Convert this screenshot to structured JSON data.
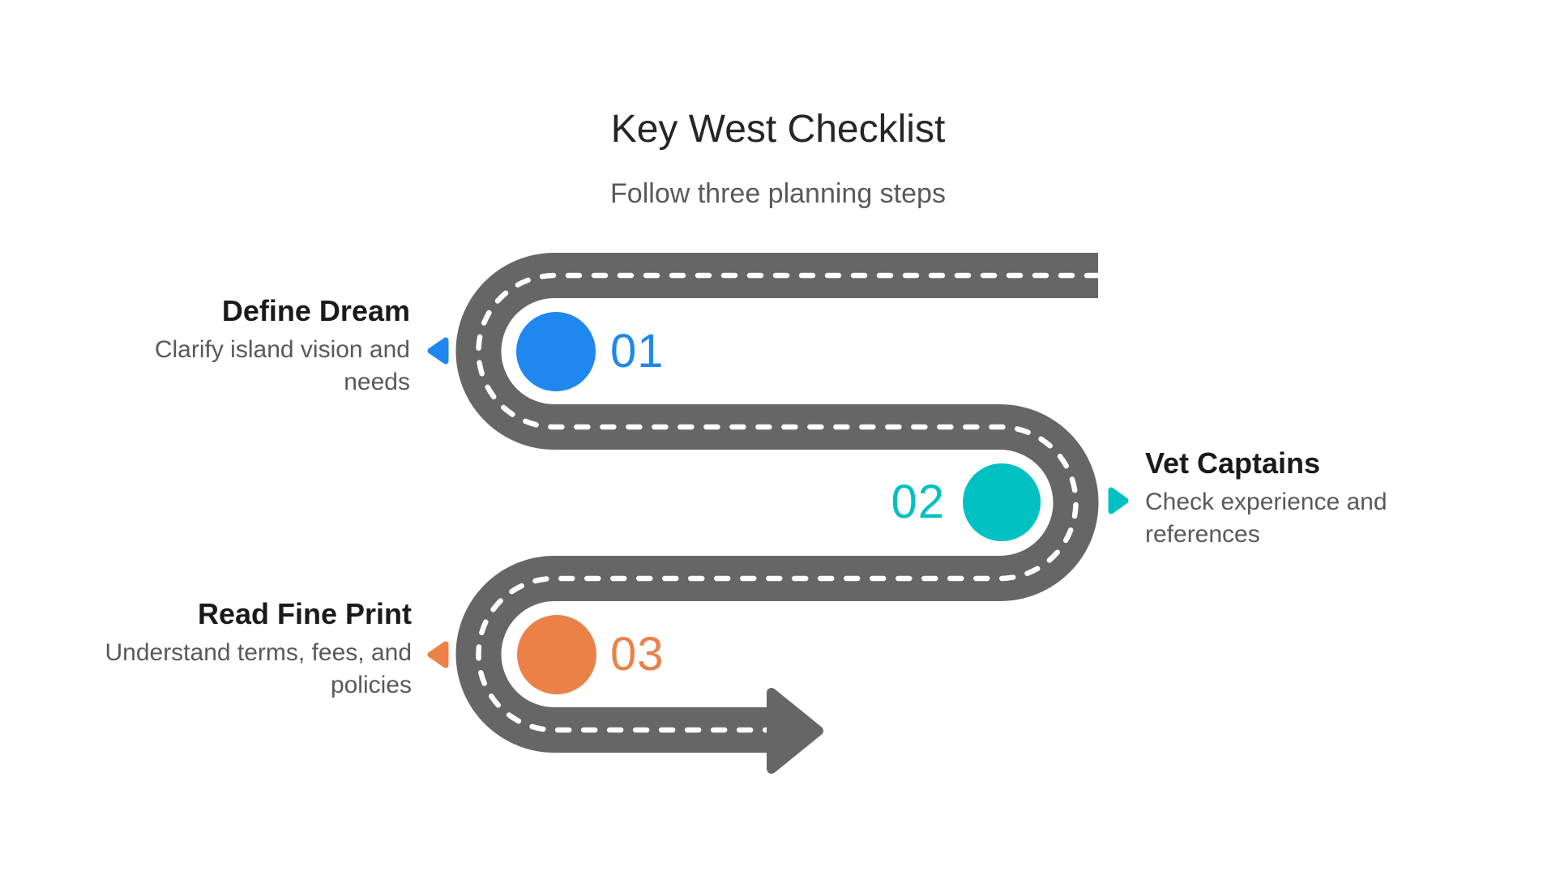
{
  "header": {
    "title": "Key West Checklist",
    "subtitle": "Follow three planning steps"
  },
  "road": {
    "color": "#666666",
    "dash_color": "#ffffff"
  },
  "text_colors": {
    "title": "#262626",
    "muted": "#595959",
    "step_title": "#1a1a1a"
  },
  "steps": [
    {
      "number": "01",
      "title": "Define Dream",
      "description": "Clarify island vision and needs",
      "color": "#1e87f0",
      "side": "left"
    },
    {
      "number": "02",
      "title": "Vet Captains",
      "description": "Check experience and references",
      "color": "#00c1c1",
      "side": "right"
    },
    {
      "number": "03",
      "title": "Read Fine Print",
      "description": "Understand terms, fees, and policies",
      "color": "#ec8148",
      "side": "left"
    }
  ]
}
